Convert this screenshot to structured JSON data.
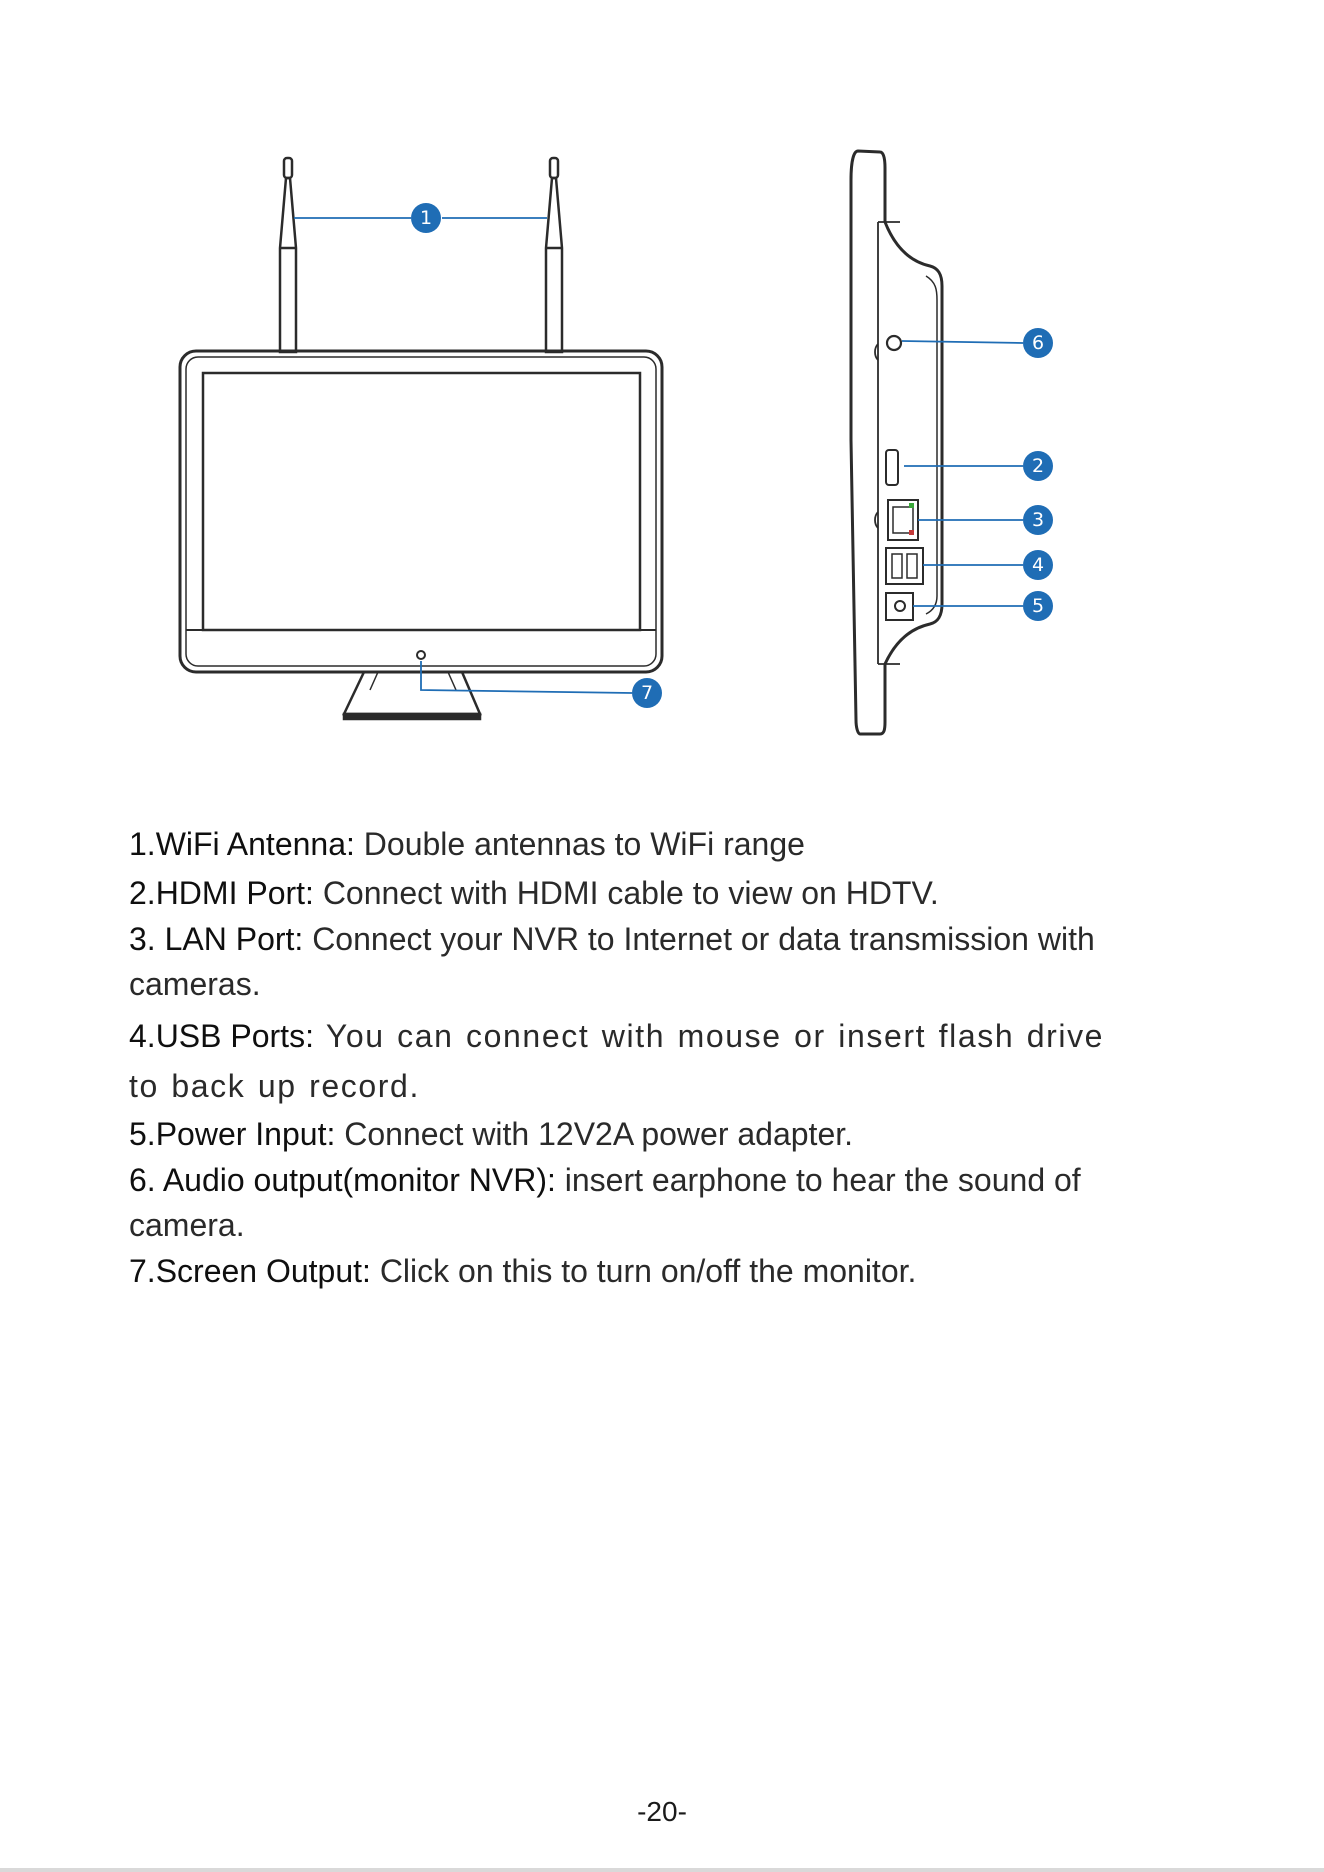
{
  "callouts": [
    "1",
    "2",
    "3",
    "4",
    "5",
    "6",
    "7"
  ],
  "features": [
    {
      "label": "1.WiFi Antenna:",
      "description": " Double antennas to WiFi range"
    },
    {
      "label": "2.HDMI Port:",
      "description": " Connect with HDMI cable to view on HDTV."
    },
    {
      "label": "3. LAN Port:",
      "description": " Connect your NVR to Internet or data transmission with cameras."
    },
    {
      "label": "4.USB Ports:",
      "description": " You can connect with mouse or insert flash drive to back up record."
    },
    {
      "label": "5.Power Input:",
      "description": " Connect with 12V2A power adapter."
    },
    {
      "label": "6. Audio output(monitor NVR):",
      "description": " insert earphone to hear the sound of camera."
    },
    {
      "label": "7.Screen Output:",
      "description": " Click on this to turn on/off the monitor."
    }
  ],
  "page_number": "-20-",
  "colors": {
    "callout_fill": "#1f6db5",
    "leader_line": "#1f6db5",
    "line_art": "#2b2b2b"
  }
}
